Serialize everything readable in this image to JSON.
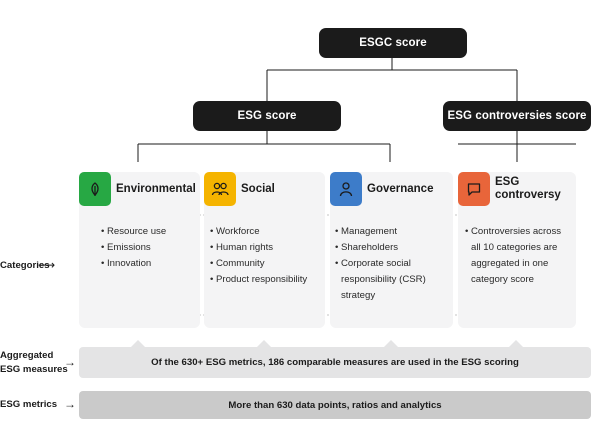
{
  "top": {
    "esgc_score": "ESGC score"
  },
  "mid": {
    "esg_score": "ESG score",
    "controversies_score": "ESG controversies score"
  },
  "categories": [
    {
      "title": "Environmental",
      "color": "#27a844",
      "icon": "leaf-icon",
      "items": [
        "Resource use",
        "Emissions",
        "Innovation"
      ]
    },
    {
      "title": "Social",
      "color": "#f5b400",
      "icon": "people-icon",
      "items": [
        "Workforce",
        "Human rights",
        "Community",
        "Product responsibility"
      ]
    },
    {
      "title": "Governance",
      "color": "#3d7cc9",
      "icon": "person-icon",
      "items": [
        "Management",
        "Shareholders",
        "Corporate social responsibility (CSR) strategy"
      ]
    },
    {
      "title": "ESG controversy",
      "color": "#e8653a",
      "icon": "speech-bubble-icon",
      "items": [
        "Controversies across all 10 categories are aggregated in one category score"
      ]
    }
  ],
  "side_labels": {
    "categories": "Categories",
    "aggregated": "Aggregated ESG measures",
    "metrics": "ESG metrics"
  },
  "bands": {
    "aggregated": "Of the 630+ ESG metrics, 186 comparable measures are used in the ESG scoring",
    "metrics": "More than 630 data points, ratios and analytics"
  }
}
